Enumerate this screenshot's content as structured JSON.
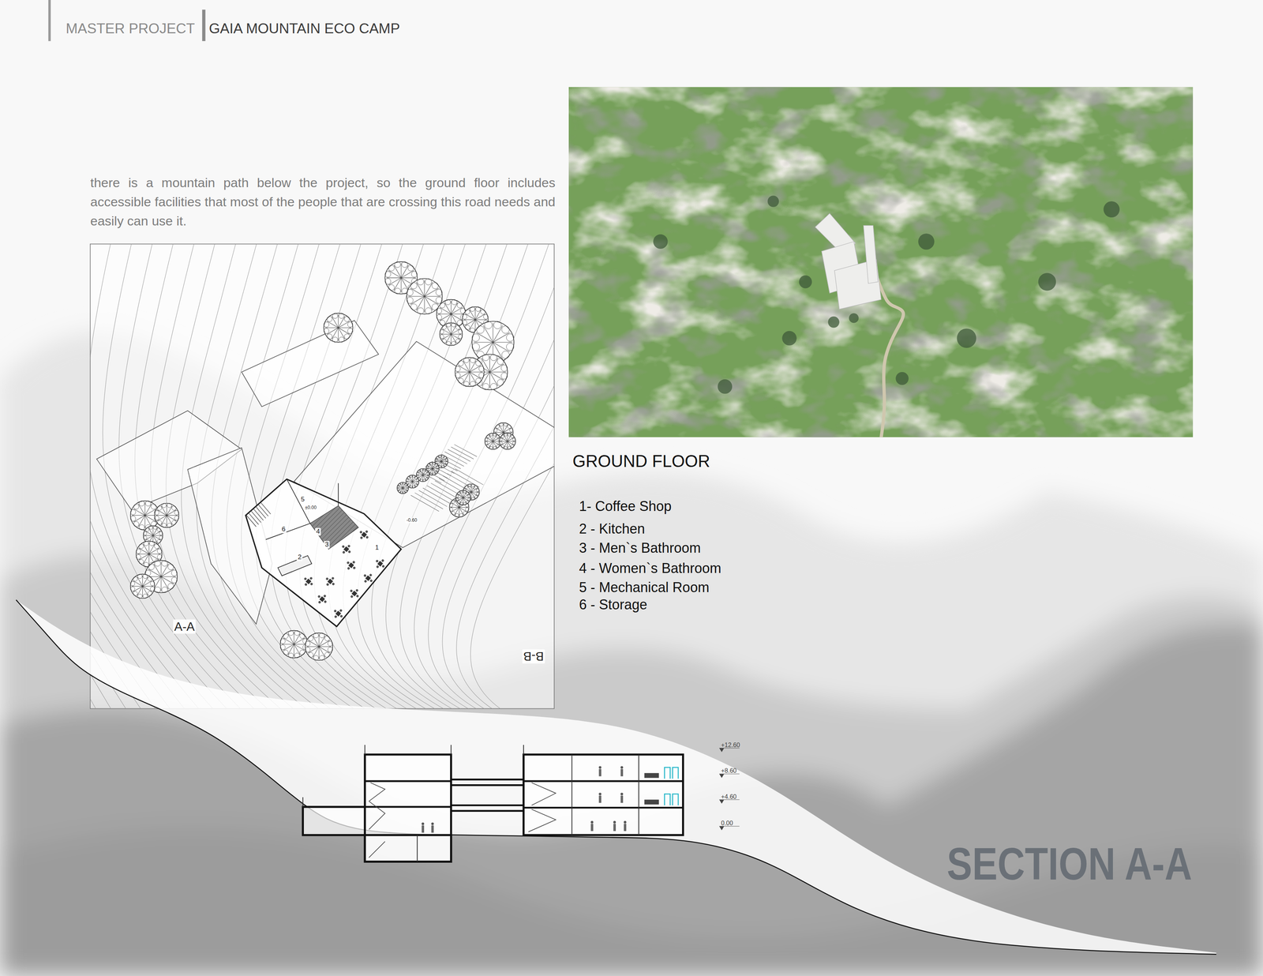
{
  "diagram": {
    "title": "GAIA MOUNTAIN ECO CAMP",
    "labels": [
      "MASTER PROJECT",
      "there is a mountain path below the project, so the ground floor includes accessible facilities that most of the people that are crossing this road needs and easily can use it.",
      "1",
      "2",
      "3",
      "4",
      "5",
      "6",
      "±0.00",
      "-0.60",
      "A-A",
      "B-B",
      "GROUND FLOOR",
      "1- Coffee Shop",
      "2 - Kitchen",
      "3 - Men`s Bathroom",
      "4 - Women`s Bathroom",
      "5 - Mechanical Room",
      "6 - Storage",
      "+12.60",
      "+8.60",
      "+4.60",
      "0.00",
      "SECTION A-A"
    ]
  }
}
